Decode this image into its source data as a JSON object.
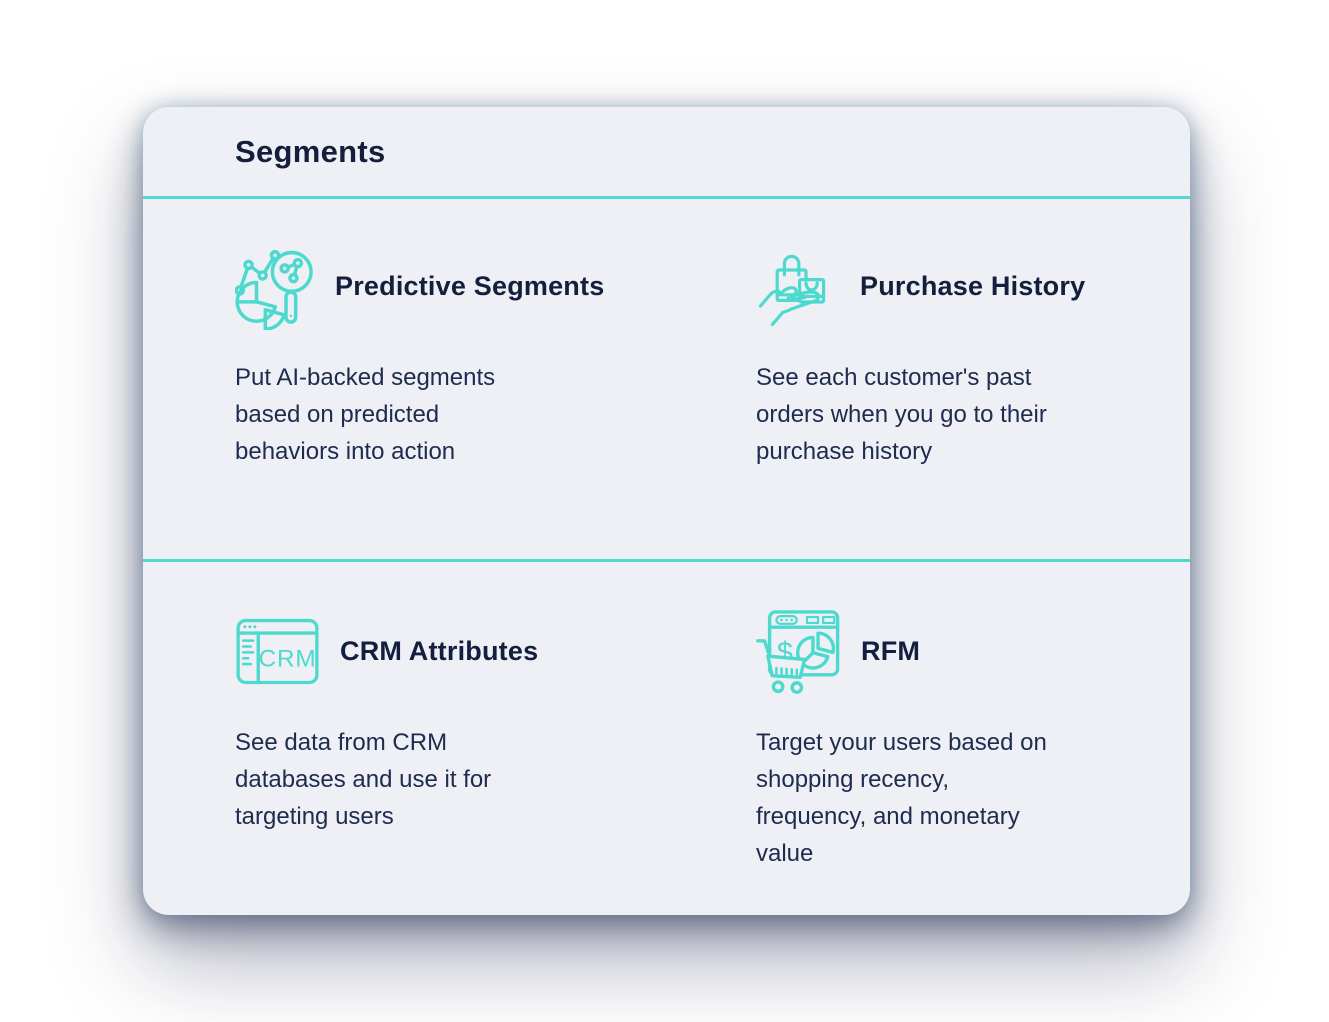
{
  "colors": {
    "accent": "#4ed9cf",
    "heading_text": "#141f3e",
    "body_text": "#202c4f",
    "card_background": "#eef0f5",
    "page_background": "#ffffff"
  },
  "card": {
    "title": "Segments",
    "features": [
      {
        "icon": "predictive-segments-icon",
        "title": "Predictive Segments",
        "description": "Put AI-backed segments based on predicted behaviors into action"
      },
      {
        "icon": "purchase-history-icon",
        "title": "Purchase History",
        "description": "See each customer's past orders when you go to their purchase history"
      },
      {
        "icon": "crm-attributes-icon",
        "title": "CRM Attributes",
        "description": "See data from CRM databases and use it for targeting users"
      },
      {
        "icon": "rfm-icon",
        "title": "RFM",
        "description": "Target your users based on shopping recency, frequency, and monetary value"
      }
    ],
    "icon_text": {
      "crm": "CRM",
      "dollar": "$"
    }
  }
}
